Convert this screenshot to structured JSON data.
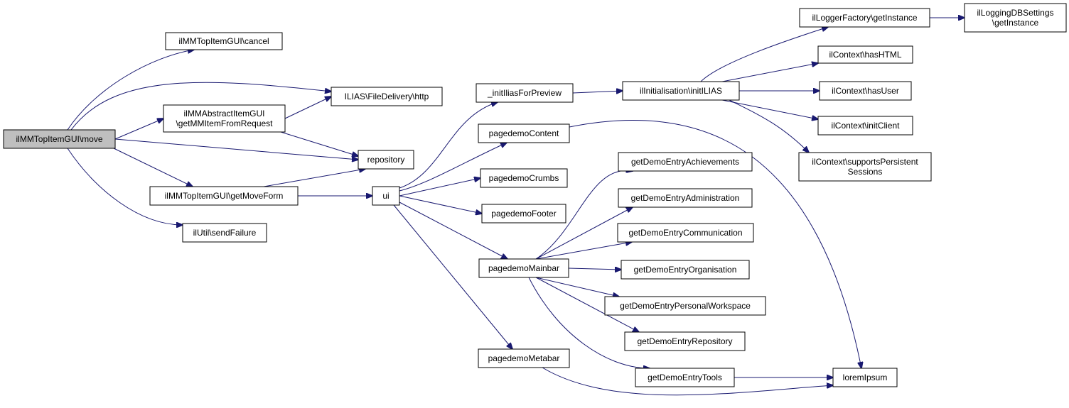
{
  "graph": {
    "nodes": {
      "move": {
        "lines": [
          "ilMMTopItemGUI\\move"
        ],
        "root": true
      },
      "cancel": {
        "lines": [
          "ilMMTopItemGUI\\cancel"
        ]
      },
      "http": {
        "lines": [
          "ILIAS\\FileDelivery\\http"
        ]
      },
      "getMMItem": {
        "lines": [
          "ilMMAbstractItemGUI",
          "\\getMMItemFromRequest"
        ]
      },
      "repository": {
        "lines": [
          "repository"
        ]
      },
      "getMoveForm": {
        "lines": [
          "ilMMTopItemGUI\\getMoveForm"
        ]
      },
      "sendFailure": {
        "lines": [
          "ilUtil\\sendFailure"
        ]
      },
      "ui": {
        "lines": [
          "ui"
        ]
      },
      "initIlias": {
        "lines": [
          "_initIliasForPreview"
        ]
      },
      "pagedemoContent": {
        "lines": [
          "pagedemoContent"
        ]
      },
      "pagedemoCrumbs": {
        "lines": [
          "pagedemoCrumbs"
        ]
      },
      "pagedemoFooter": {
        "lines": [
          "pagedemoFooter"
        ]
      },
      "pagedemoMainbar": {
        "lines": [
          "pagedemoMainbar"
        ]
      },
      "pagedemoMetabar": {
        "lines": [
          "pagedemoMetabar"
        ]
      },
      "initILIAS": {
        "lines": [
          "ilInitialisation\\initILIAS"
        ]
      },
      "loggerFactory": {
        "lines": [
          "ilLoggerFactory\\getInstance"
        ]
      },
      "loggingDB": {
        "lines": [
          "ilLoggingDBSettings",
          "\\getInstance"
        ]
      },
      "hasHTML": {
        "lines": [
          "ilContext\\hasHTML"
        ]
      },
      "hasUser": {
        "lines": [
          "ilContext\\hasUser"
        ]
      },
      "initClient": {
        "lines": [
          "ilContext\\initClient"
        ]
      },
      "supportsPersistent": {
        "lines": [
          "ilContext\\supportsPersistent",
          "Sessions"
        ]
      },
      "achievements": {
        "lines": [
          "getDemoEntryAchievements"
        ]
      },
      "administration": {
        "lines": [
          "getDemoEntryAdministration"
        ]
      },
      "communication": {
        "lines": [
          "getDemoEntryCommunication"
        ]
      },
      "organisation": {
        "lines": [
          "getDemoEntryOrganisation"
        ]
      },
      "personalWorkspace": {
        "lines": [
          "getDemoEntryPersonalWorkspace"
        ]
      },
      "demoRepository": {
        "lines": [
          "getDemoEntryRepository"
        ]
      },
      "tools": {
        "lines": [
          "getDemoEntryTools"
        ]
      },
      "loremIpsum": {
        "lines": [
          "loremIpsum"
        ]
      }
    },
    "edges": [
      [
        "move",
        "cancel"
      ],
      [
        "move",
        "http"
      ],
      [
        "move",
        "getMMItem"
      ],
      [
        "move",
        "repository"
      ],
      [
        "move",
        "getMoveForm"
      ],
      [
        "move",
        "sendFailure"
      ],
      [
        "getMMItem",
        "http"
      ],
      [
        "getMMItem",
        "repository"
      ],
      [
        "getMoveForm",
        "repository"
      ],
      [
        "getMoveForm",
        "ui"
      ],
      [
        "ui",
        "initIlias"
      ],
      [
        "ui",
        "pagedemoContent"
      ],
      [
        "ui",
        "pagedemoCrumbs"
      ],
      [
        "ui",
        "pagedemoFooter"
      ],
      [
        "ui",
        "pagedemoMainbar"
      ],
      [
        "ui",
        "pagedemoMetabar"
      ],
      [
        "initIlias",
        "initILIAS"
      ],
      [
        "initILIAS",
        "loggerFactory"
      ],
      [
        "initILIAS",
        "hasHTML"
      ],
      [
        "initILIAS",
        "hasUser"
      ],
      [
        "initILIAS",
        "initClient"
      ],
      [
        "initILIAS",
        "supportsPersistent"
      ],
      [
        "loggerFactory",
        "loggingDB"
      ],
      [
        "pagedemoContent",
        "loremIpsum"
      ],
      [
        "pagedemoMainbar",
        "achievements"
      ],
      [
        "pagedemoMainbar",
        "administration"
      ],
      [
        "pagedemoMainbar",
        "communication"
      ],
      [
        "pagedemoMainbar",
        "organisation"
      ],
      [
        "pagedemoMainbar",
        "personalWorkspace"
      ],
      [
        "pagedemoMainbar",
        "demoRepository"
      ],
      [
        "pagedemoMainbar",
        "tools"
      ],
      [
        "tools",
        "loremIpsum"
      ],
      [
        "pagedemoMetabar",
        "loremIpsum"
      ]
    ]
  }
}
